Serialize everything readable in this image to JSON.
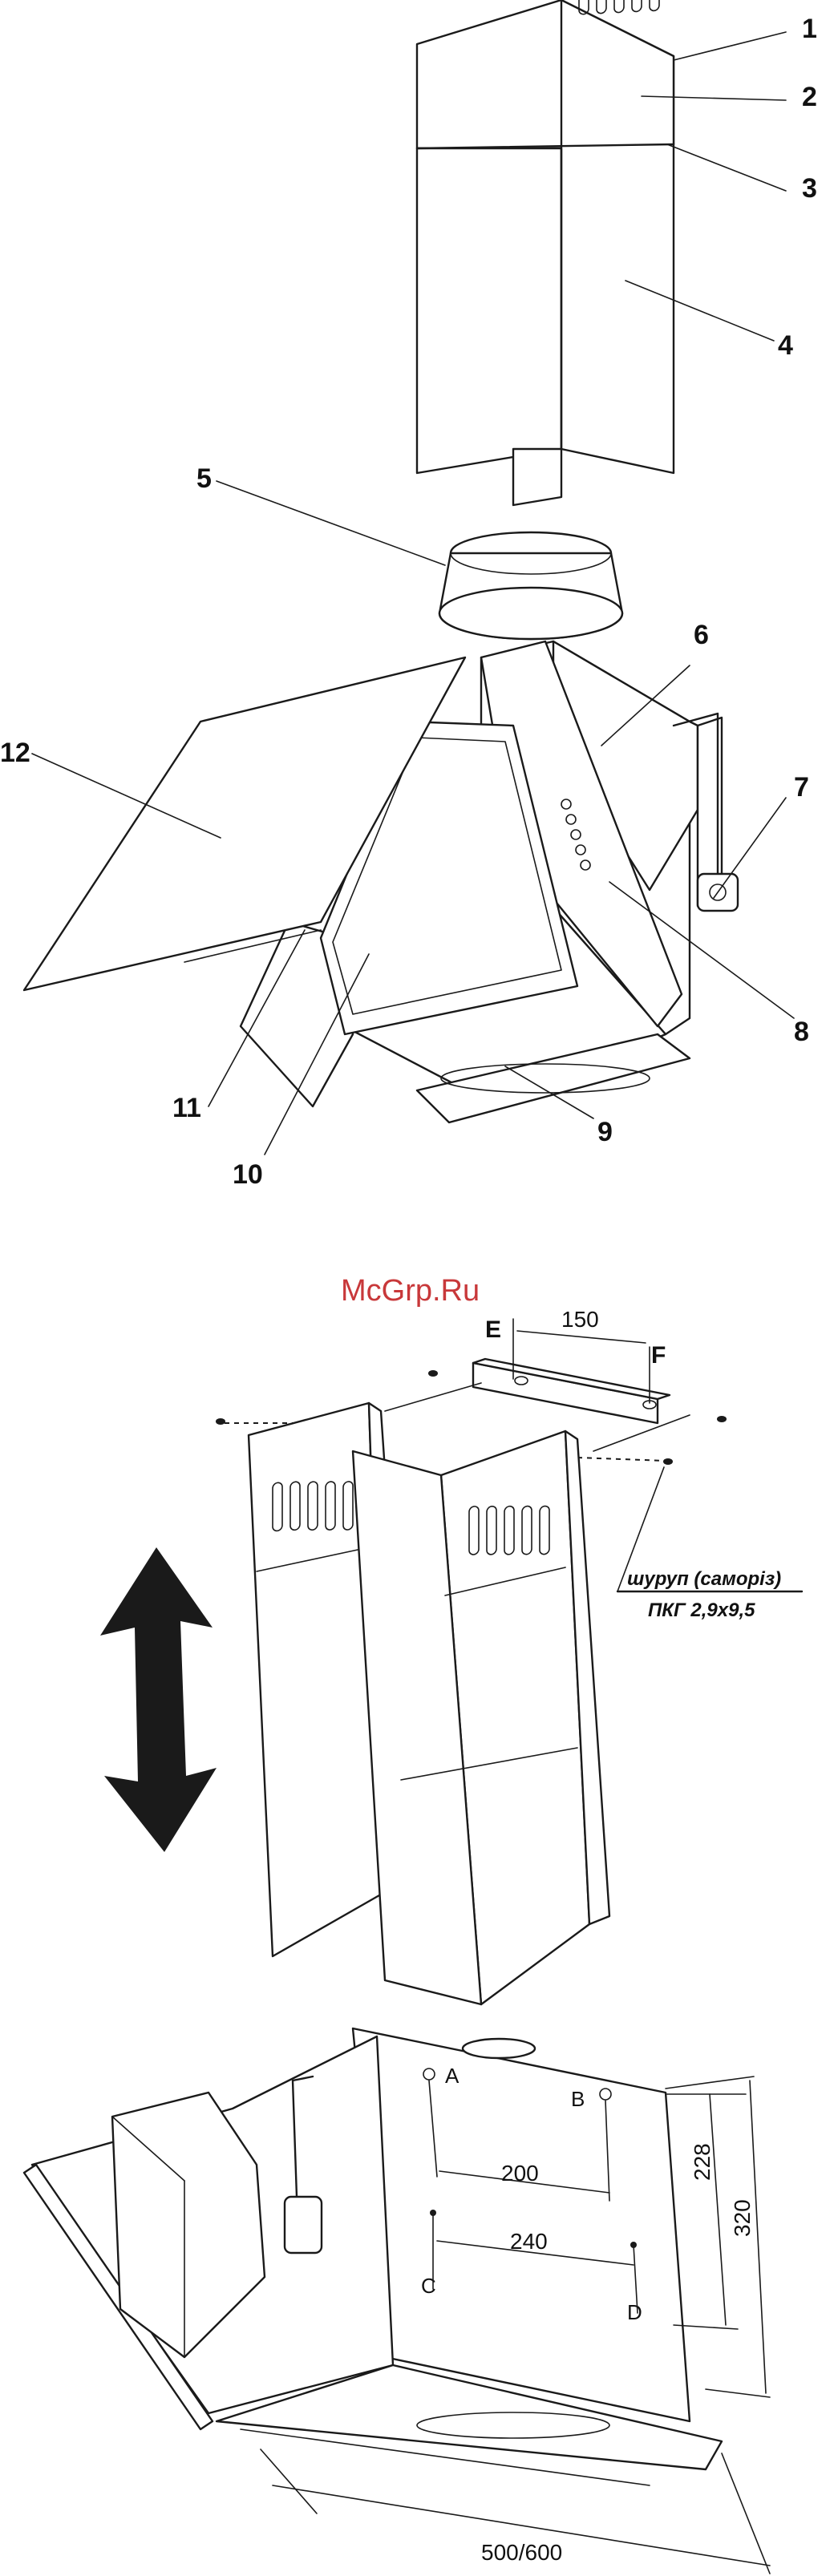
{
  "watermark": "McGrp.Ru",
  "callouts": [
    "1",
    "2",
    "3",
    "4",
    "5",
    "6",
    "7",
    "8",
    "9",
    "10",
    "11",
    "12"
  ],
  "mounting": {
    "points": {
      "e": "E",
      "f": "F"
    },
    "bracket_spacing": "150",
    "screw_note": "шуруп (саморіз)",
    "screw_spec": "ПКГ 2,9х9,5"
  },
  "installation": {
    "points": {
      "a": "A",
      "b": "B",
      "c": "C",
      "d": "D"
    },
    "dim_ab": "200",
    "dim_cd": "240",
    "dim_height_inner": "228",
    "dim_height_outer": "320",
    "dim_width": "500/600"
  },
  "colors": {
    "watermark": "#c8383a",
    "line": "#1a1a1a"
  }
}
